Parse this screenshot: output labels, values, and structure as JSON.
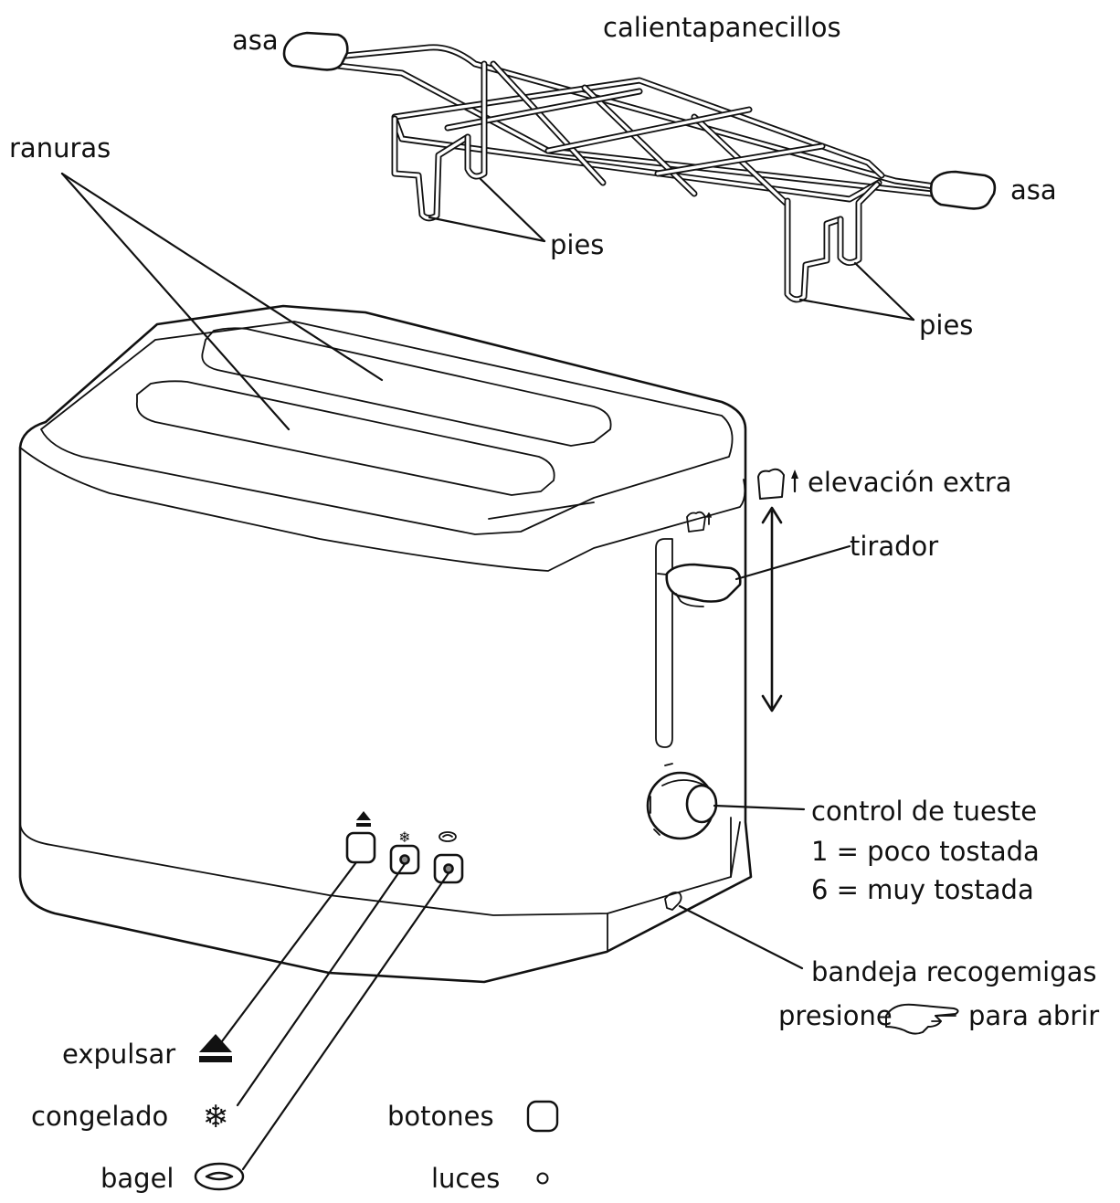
{
  "labels": {
    "asa_left": "asa",
    "calientapanecillos": "calientapanecillos",
    "asa_right": "asa",
    "ranuras": "ranuras",
    "pies_left": "pies",
    "pies_right": "pies",
    "elevacion_extra": "elevación extra",
    "tirador": "tirador",
    "control_de_tueste": "control de tueste",
    "poco_tostada": "1 = poco tostada",
    "muy_tostada": "6 = muy tostada",
    "bandeja_recogemigas": "bandeja recogemigas",
    "presione": "presione",
    "para_abrir": "para abrir",
    "expulsar": "expulsar",
    "congelado": "congelado",
    "bagel": "bagel",
    "botones": "botones",
    "luces": "luces"
  },
  "icons": {
    "eject": "eject-icon",
    "frozen": "snowflake-icon",
    "bagel": "bagel-icon",
    "button": "button-icon",
    "light": "light-dot-icon",
    "extra_lift": "bread-lift-icon",
    "press_hand": "pointing-hand-icon"
  },
  "colors": {
    "ink": "#111111",
    "background": "#ffffff"
  }
}
